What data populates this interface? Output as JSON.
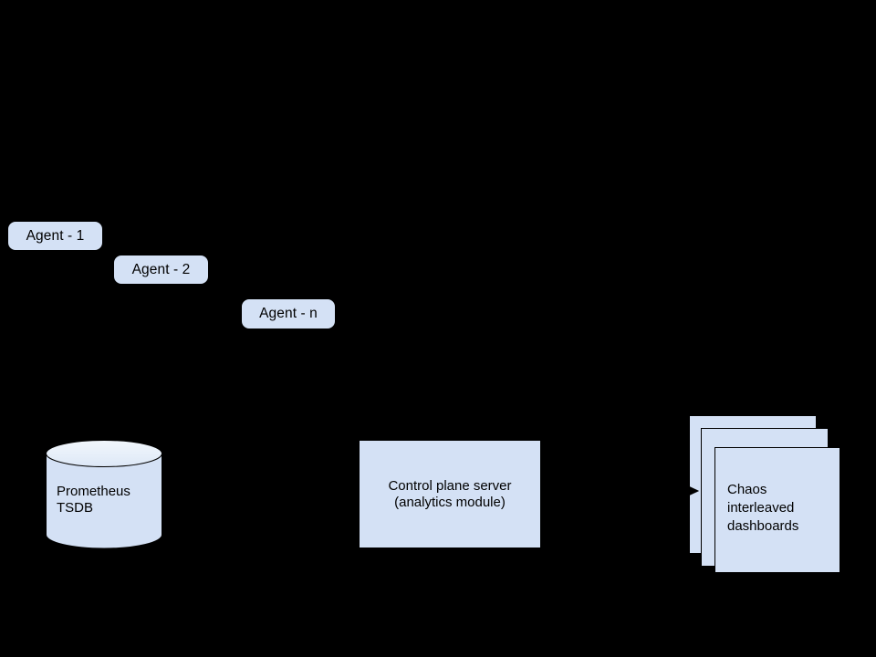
{
  "diagram": {
    "background_color": "#000000",
    "node_fill_color": "#d4e1f5",
    "node_stroke_color": "#000000",
    "text_color": "#000000",
    "agents": [
      {
        "label": "Agent - 1"
      },
      {
        "label": "Agent - 2"
      },
      {
        "label": "Agent - n"
      }
    ],
    "datastore": {
      "label": "Prometheus\nTSDB",
      "shape": "cylinder"
    },
    "control_plane": {
      "label": "Control plane server\n(analytics module)",
      "shape": "rectangle"
    },
    "dashboards": {
      "label": "Chaos\ninterleaved\ndashboards",
      "shape": "stacked-sheets",
      "sheet_count": 3
    },
    "connector": {
      "arrowhead": "right-arrowhead"
    }
  }
}
